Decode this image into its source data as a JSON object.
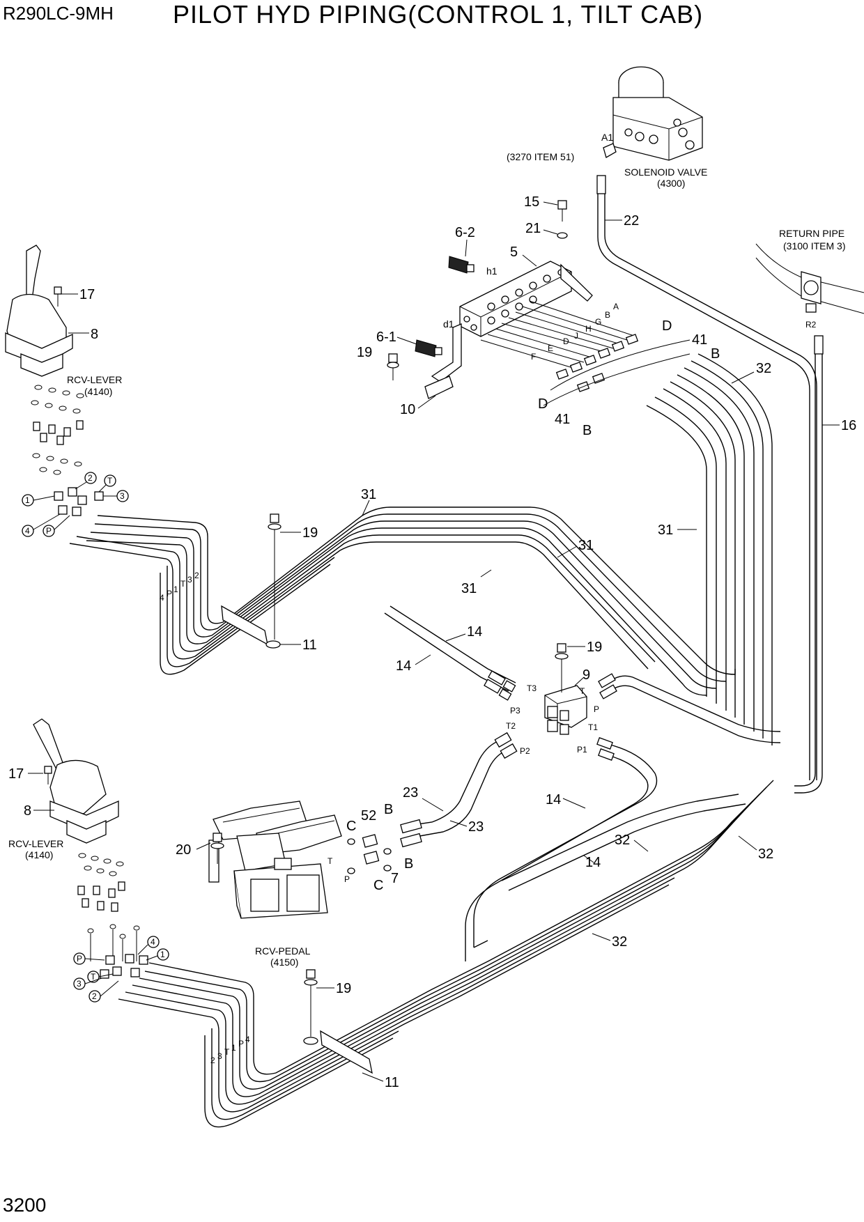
{
  "header": {
    "model": "R290LC-9MH",
    "title": "PILOT HYD PIPING(CONTROL 1, TILT CAB)"
  },
  "page_number": "3200",
  "components": {
    "rcv_lever_top": "RCV-LEVER",
    "rcv_lever_top_ref": "(4140)",
    "rcv_lever_bottom": "RCV-LEVER",
    "rcv_lever_bottom_ref": "(4140)",
    "rcv_pedal": "RCV-PEDAL",
    "rcv_pedal_ref": "(4150)",
    "solenoid_valve": "SOLENOID VALVE",
    "solenoid_valve_ref": "(4300)",
    "solenoid_item_ref": "(3270 ITEM 51)",
    "return_pipe": "RETURN PIPE",
    "return_pipe_ref": "(3100 ITEM 3)"
  },
  "callouts": {
    "c17a": "17",
    "c8a": "8",
    "c6_2": "6-2",
    "c6_1": "6-1",
    "c5": "5",
    "c15": "15",
    "c21": "21",
    "c22": "22",
    "c19a": "19",
    "c10": "10",
    "c41a": "41",
    "c41b": "41",
    "cDa": "D",
    "cDb": "D",
    "cBa": "B",
    "cBb": "B",
    "c32a": "32",
    "c16": "16",
    "c31a": "31",
    "c31b": "31",
    "c31c": "31",
    "c31d": "31",
    "c19b": "19",
    "c11a": "11",
    "c14a": "14",
    "c14b": "14",
    "c19c": "19",
    "c9": "9",
    "c17b": "17",
    "c8b": "8",
    "c20": "20",
    "c52": "52",
    "cC1": "C",
    "cB1": "B",
    "cB2": "B",
    "cC2": "C",
    "c7": "7",
    "c23a": "23",
    "c23b": "23",
    "c14c": "14",
    "c14d": "14",
    "c32b": "32",
    "c32c": "32",
    "c32d": "32",
    "c19d": "19",
    "c11b": "11"
  },
  "ports": {
    "A1": "A1",
    "R2": "R2",
    "h1": "h1",
    "d1": "d1",
    "A": "A",
    "B": "B",
    "G": "G",
    "H": "H",
    "J": "J",
    "D": "D",
    "E": "E",
    "F": "F",
    "T3": "T3",
    "T": "T",
    "P3": "P3",
    "P": "P",
    "T2": "T2",
    "T1": "T1",
    "P2": "P2",
    "P1": "P1",
    "pedT": "T",
    "pedP": "P"
  },
  "lever_ports_top": [
    "1",
    "2",
    "T",
    "3",
    "4",
    "P"
  ],
  "lever_ports_bottom": [
    "P",
    "T",
    "3",
    "2",
    "4",
    "1"
  ],
  "hose_marks_top": [
    "4",
    "P",
    "1",
    "T",
    "3",
    "2"
  ],
  "hose_marks_bottom": [
    "2",
    "3",
    "T",
    "1",
    "P",
    "4"
  ]
}
